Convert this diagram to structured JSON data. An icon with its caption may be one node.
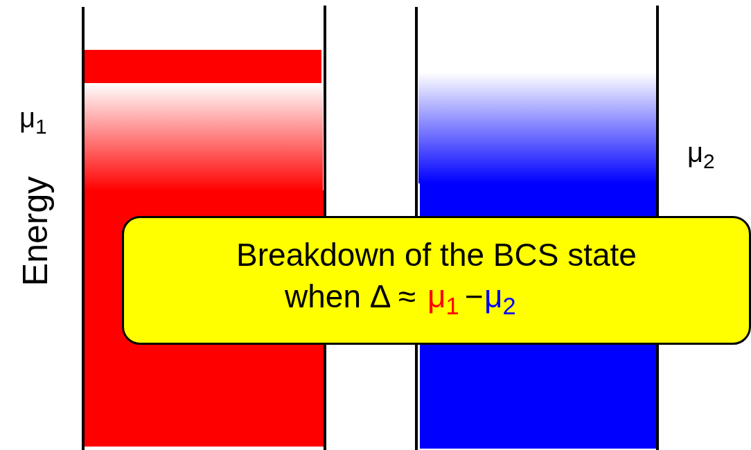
{
  "diagram": {
    "nodes": [
      {
        "text": [
          "Breakdown of the BCS state",
          "when Δ ≈",
          "μ$_{1}$",
          "−",
          "μ$_{2}$"
        ]
      }
    ],
    "labels": [
      "Energy",
      "μ$_{1}$",
      "μ$_{2}$"
    ]
  }
}
